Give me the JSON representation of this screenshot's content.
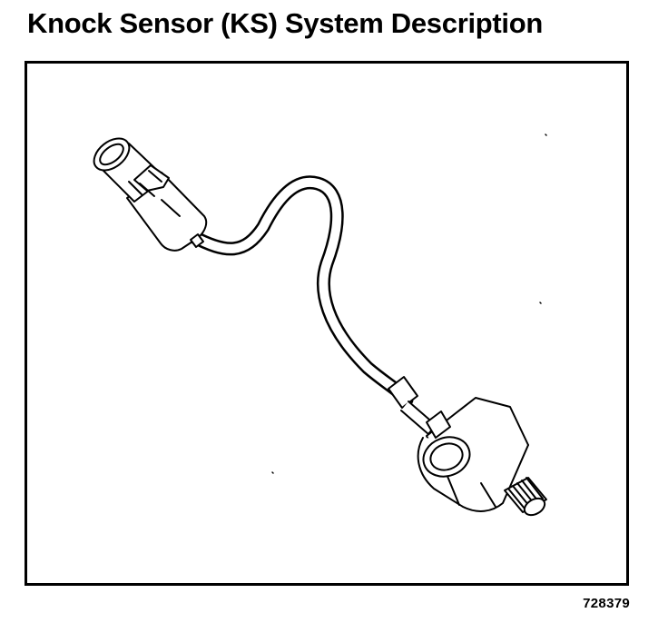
{
  "page": {
    "title": "Knock Sensor (KS) System Description",
    "figure_number": "728379"
  },
  "illustration": {
    "subject": "knock-sensor-with-pigtail-connector",
    "line_color": "#000000",
    "background_color": "#ffffff"
  }
}
